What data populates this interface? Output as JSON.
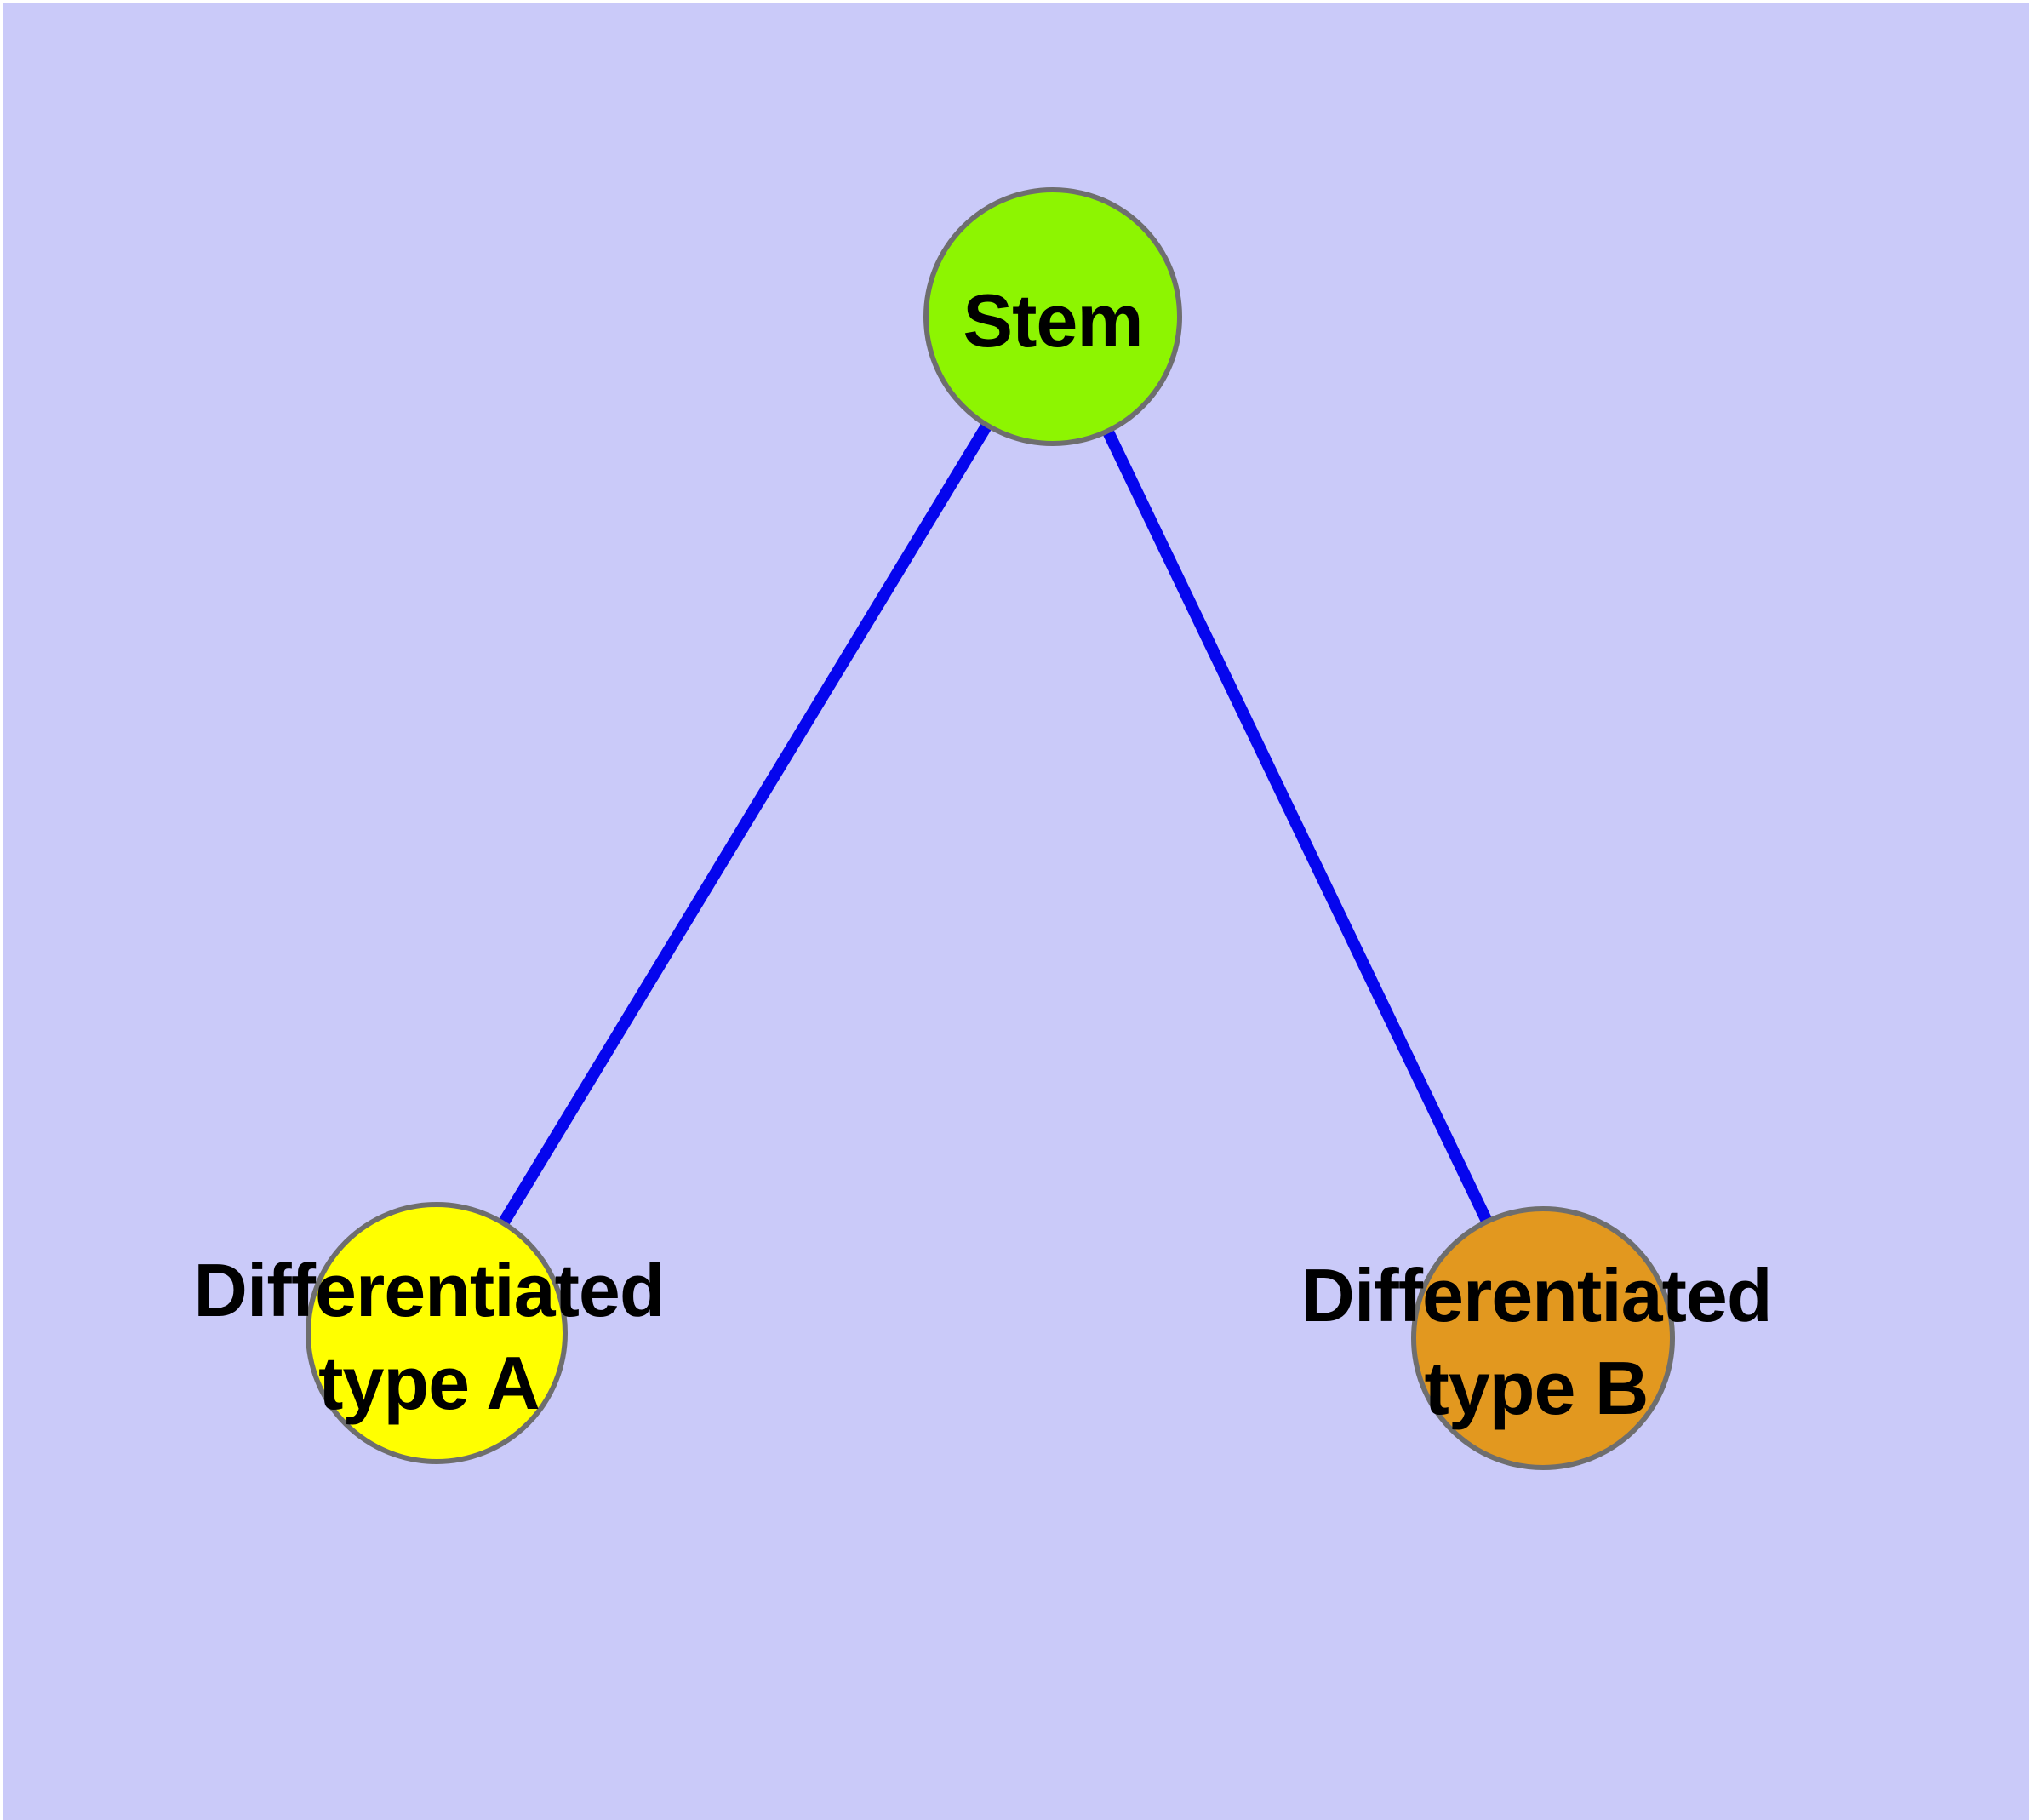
{
  "figure": {
    "background_color": "#CACAF9",
    "node_border_color": "#6E6E6E",
    "edge_color": "#0505EE"
  },
  "nodes": {
    "stem": {
      "label": "Stem",
      "fill": "#8DF501"
    },
    "type_a": {
      "label_line1": "Differentiated",
      "label_line2": "type A",
      "fill": "#FFFF00"
    },
    "type_b": {
      "label_line1": "Differentiated",
      "label_line2": "type B",
      "fill": "#E2981F"
    }
  },
  "edges": [
    {
      "from": "Stem",
      "to": "Differentiated type A"
    },
    {
      "from": "Stem",
      "to": "Differentiated type B"
    }
  ]
}
